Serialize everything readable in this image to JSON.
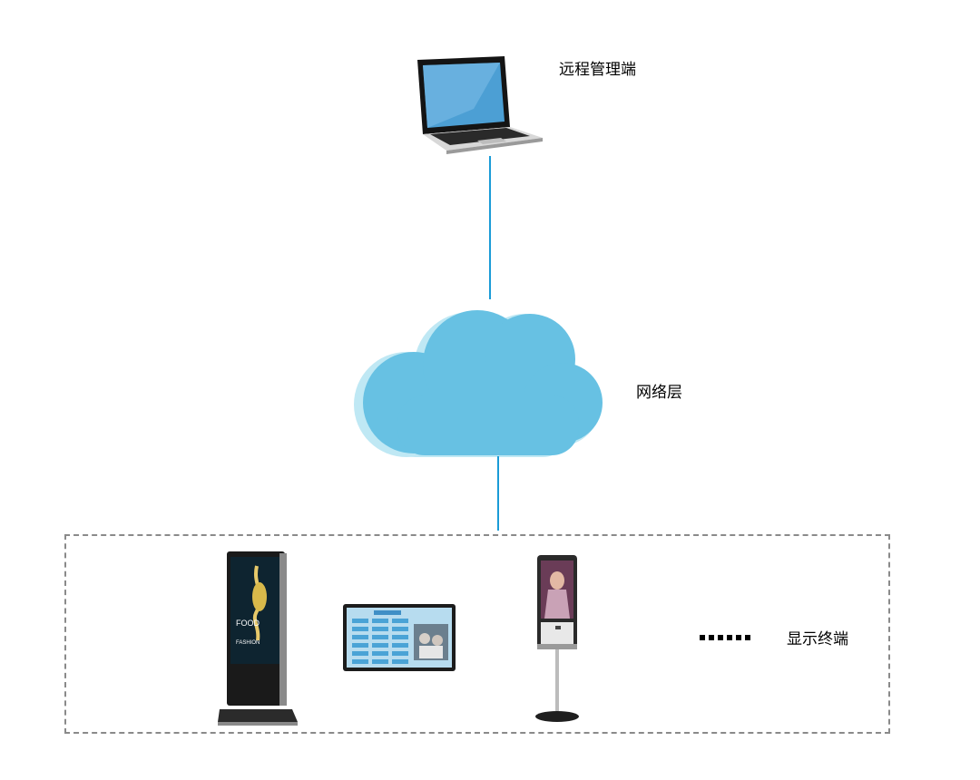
{
  "labels": {
    "remote": "远程管理端",
    "network": "网络层",
    "terminals": "显示终端"
  },
  "kiosk_screen": {
    "line1": "FOOD",
    "line2": "FASHION"
  },
  "colors": {
    "line": "#1a9bd7",
    "cloud": "#67c1e3",
    "cloud_shadow": "#bfe8f4",
    "dash_border": "#8a8a8a"
  }
}
